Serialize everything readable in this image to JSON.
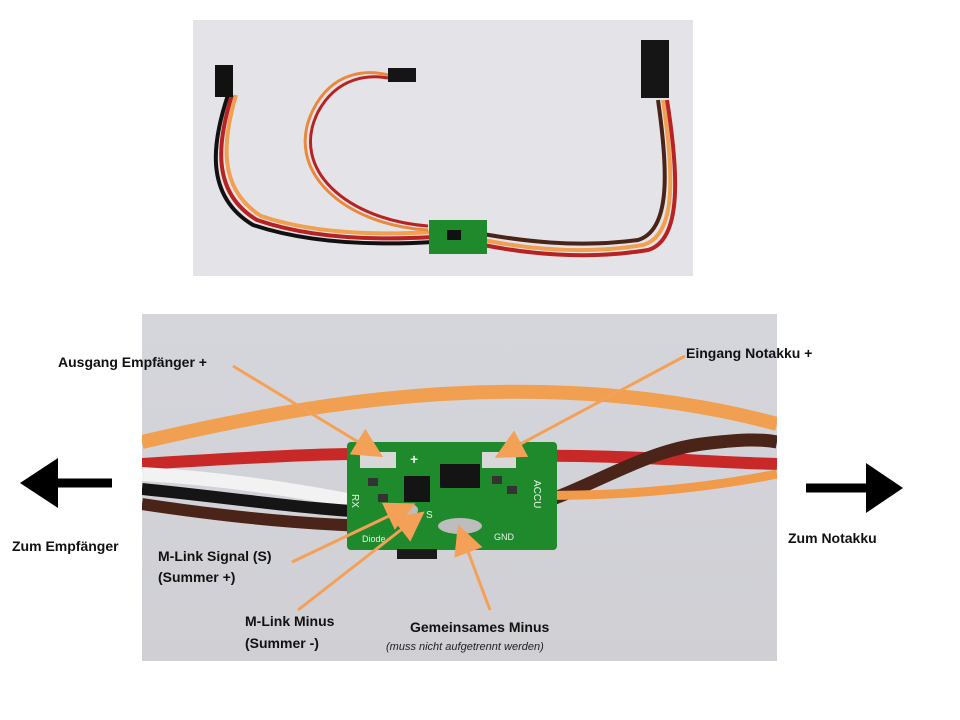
{
  "labels": {
    "ausgang_empfaenger": "Ausgang Empfänger +",
    "eingang_notakku": "Eingang Notakku +",
    "zum_empfaenger": "Zum Empfänger",
    "zum_notakku": "Zum Notakku",
    "mlink_signal_line1": "M-Link Signal (S)",
    "mlink_signal_line2": "(Summer +)",
    "mlink_minus_line1": "M-Link Minus",
    "mlink_minus_line2": "(Summer -)",
    "gemeinsames_minus": "Gemeinsames Minus",
    "gemeinsames_minus_note": "(muss nicht aufgetrennt werden)"
  },
  "board_silkscreen": {
    "rx": "RX",
    "accu": "ACCU",
    "plus": "+",
    "s": "S",
    "gnd": "GND",
    "diode": "Diode"
  },
  "colors": {
    "arrow": "#f5a057",
    "pcb": "#1f8a2c",
    "wire_orange": "#f29a4a",
    "wire_red": "#c92a2a",
    "wire_brown": "#4a2418",
    "wire_black": "#141414"
  }
}
